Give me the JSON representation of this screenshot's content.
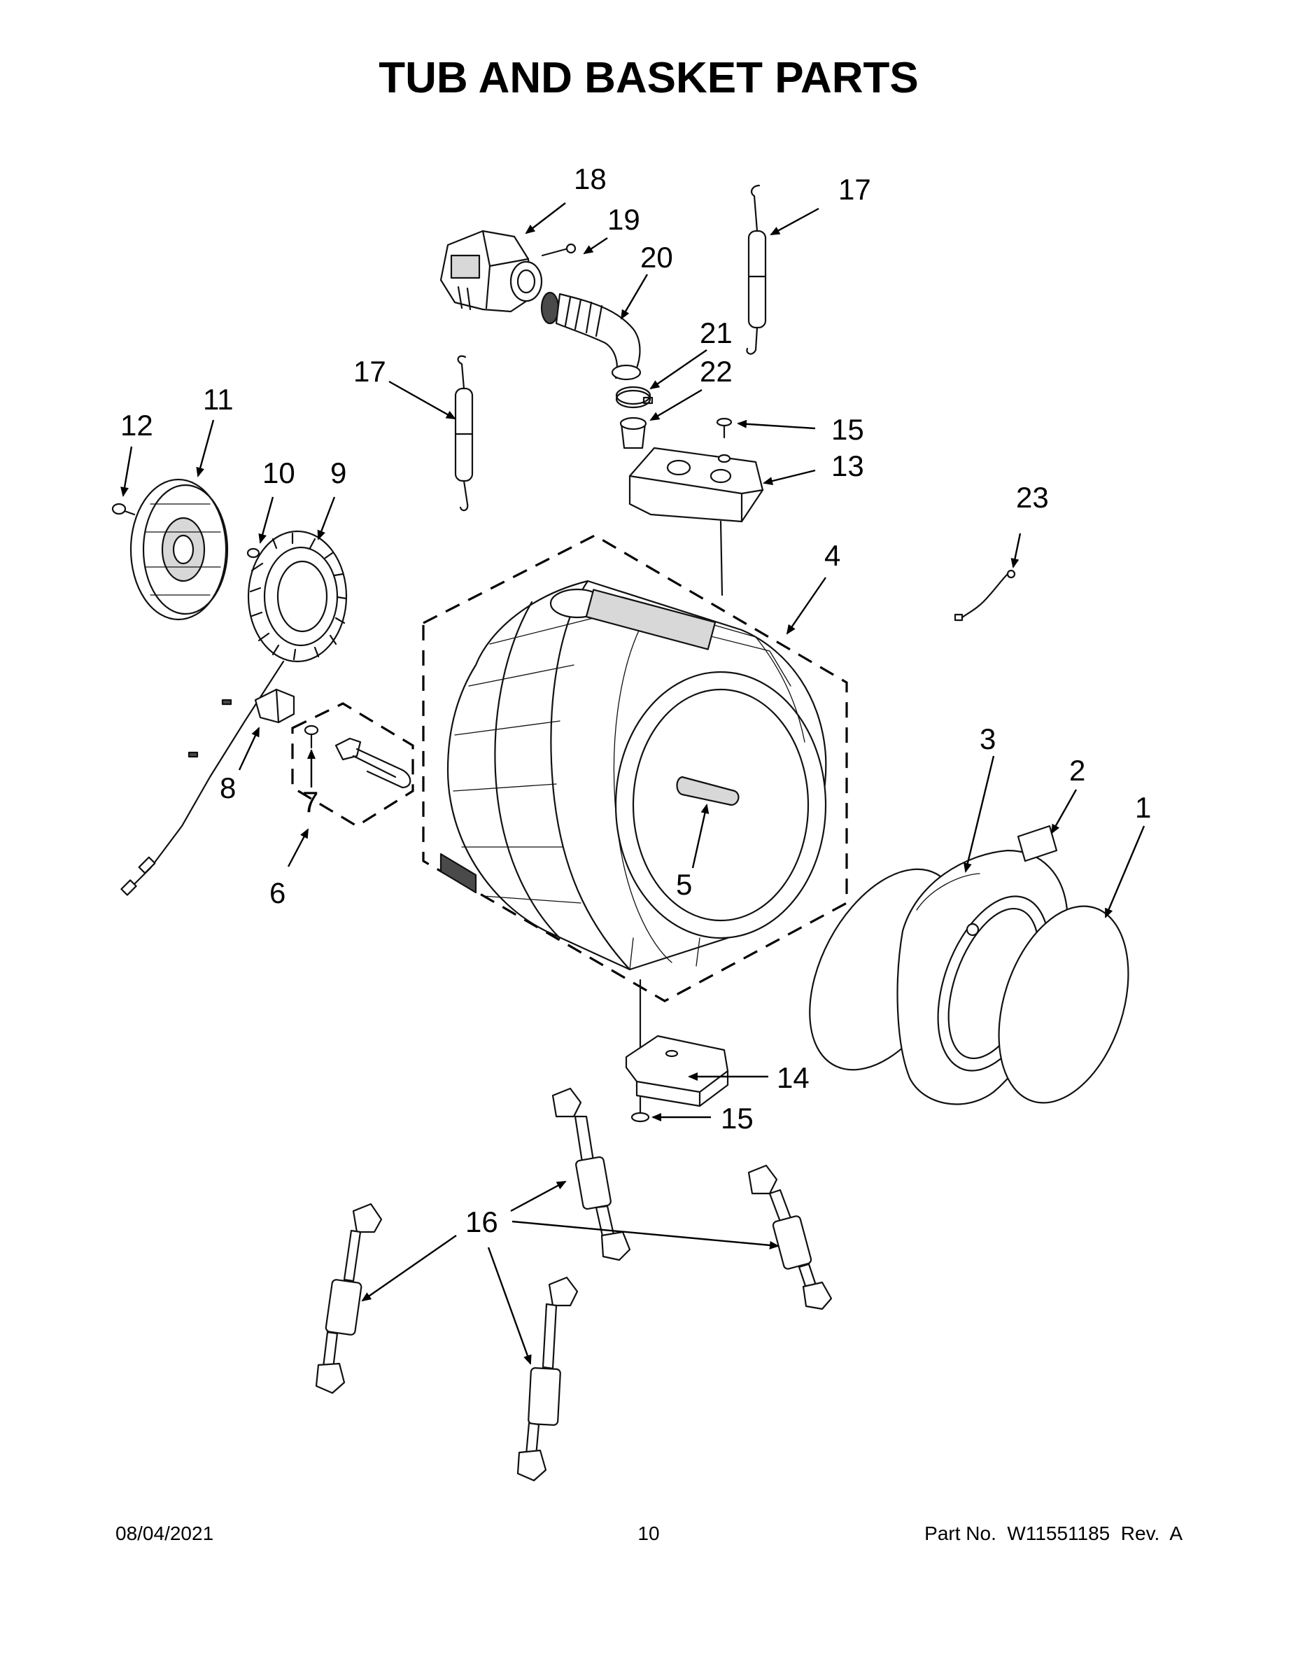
{
  "title": "TUB AND BASKET PARTS",
  "callouts": {
    "c1": "1",
    "c2": "2",
    "c3": "3",
    "c4": "4",
    "c5": "5",
    "c6": "6",
    "c7": "7",
    "c8": "8",
    "c9": "9",
    "c10": "10",
    "c11": "11",
    "c12": "12",
    "c13": "13",
    "c14": "14",
    "c15a": "15",
    "c15b": "15",
    "c16": "16",
    "c17a": "17",
    "c17b": "17",
    "c18": "18",
    "c19": "19",
    "c20": "20",
    "c21": "21",
    "c22": "22",
    "c23": "23"
  },
  "footer": {
    "date": "08/04/2021",
    "page": "10",
    "part_no": "Part No.  W11551185  Rev.  A"
  }
}
